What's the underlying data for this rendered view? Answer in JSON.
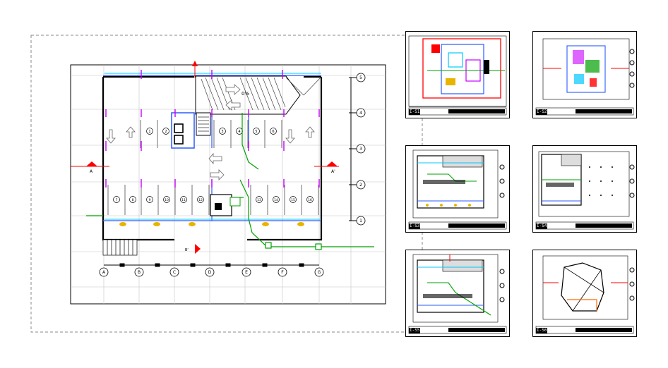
{
  "drawing": {
    "title": "",
    "section_marks": {
      "left": "A",
      "right": "A'",
      "bottom": "B'"
    },
    "column_grid": [
      "A",
      "B",
      "C",
      "D",
      "E",
      "F",
      "G"
    ],
    "row_grid": [
      "5",
      "4",
      "3",
      "2",
      "1"
    ],
    "ramp_label": "0%",
    "parking_top_row": [
      "1",
      "2",
      "3",
      "4",
      "5",
      "6"
    ],
    "parking_bottom_row": [
      "7",
      "8",
      "9",
      "10",
      "11",
      "12",
      "13",
      "14",
      "15",
      "16"
    ]
  },
  "sheets": [
    {
      "id": "sheet-1",
      "label": "I-S1"
    },
    {
      "id": "sheet-2",
      "label": "I-S2"
    },
    {
      "id": "sheet-3",
      "label": "I-S3"
    },
    {
      "id": "sheet-4",
      "label": "I-S4"
    },
    {
      "id": "sheet-5",
      "label": "I-S5"
    },
    {
      "id": "sheet-6",
      "label": "I-S6"
    }
  ],
  "colors": {
    "wall": "#000000",
    "pipe_blue": "#2a5bff",
    "pipe_cyan": "#00c8ff",
    "pipe_magenta": "#c800ff",
    "pipe_green": "#00a000",
    "accent_red": "#ff0000",
    "fixture_yellow": "#e8b400",
    "grid_gray": "#b0b0b0"
  }
}
